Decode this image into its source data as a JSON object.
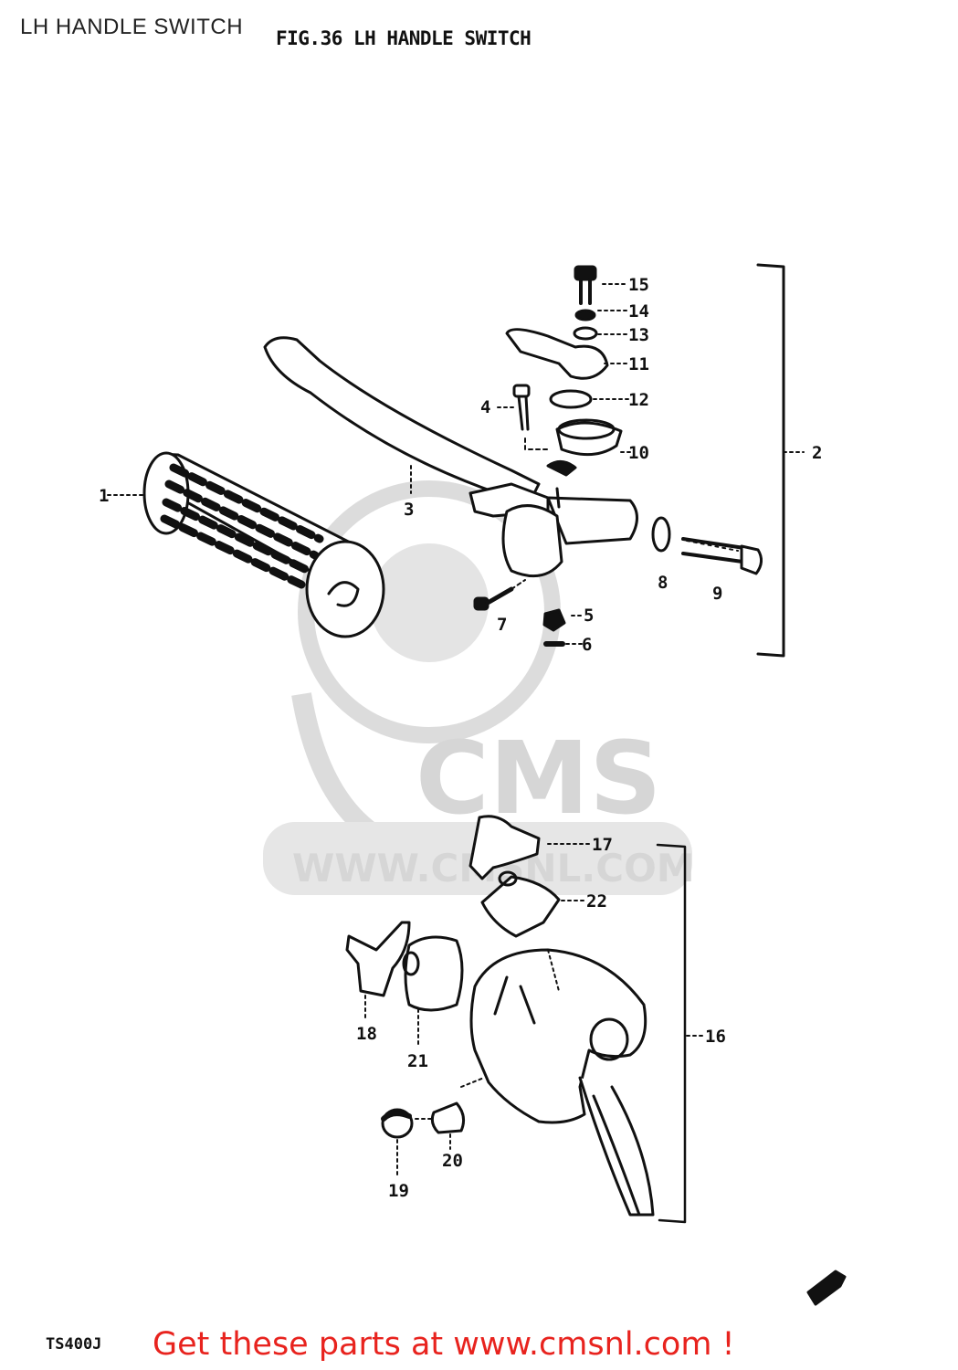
{
  "page": {
    "title": "LH HANDLE SWITCH",
    "fig_title": "FIG.36  LH HANDLE SWITCH",
    "model_code": "TS400J",
    "footer_link": "Get these parts at www.cmsnl.com !"
  },
  "watermark": {
    "logo_text": "CMS",
    "url_text": "WWW.CMSNL.COM"
  },
  "callouts": {
    "c1": "1",
    "c2": "2",
    "c3": "3",
    "c4": "4",
    "c5": "5",
    "c6": "6",
    "c7": "7",
    "c8": "8",
    "c9": "9",
    "c10": "10",
    "c11": "11",
    "c12": "12",
    "c13": "13",
    "c14": "14",
    "c15": "15",
    "c16": "16",
    "c17": "17",
    "c18": "18",
    "c19": "19",
    "c20": "20",
    "c21": "21",
    "c22": "22"
  },
  "colors": {
    "line": "#111111",
    "watermark": "#d6d6d6",
    "footer": "#e8231e"
  }
}
